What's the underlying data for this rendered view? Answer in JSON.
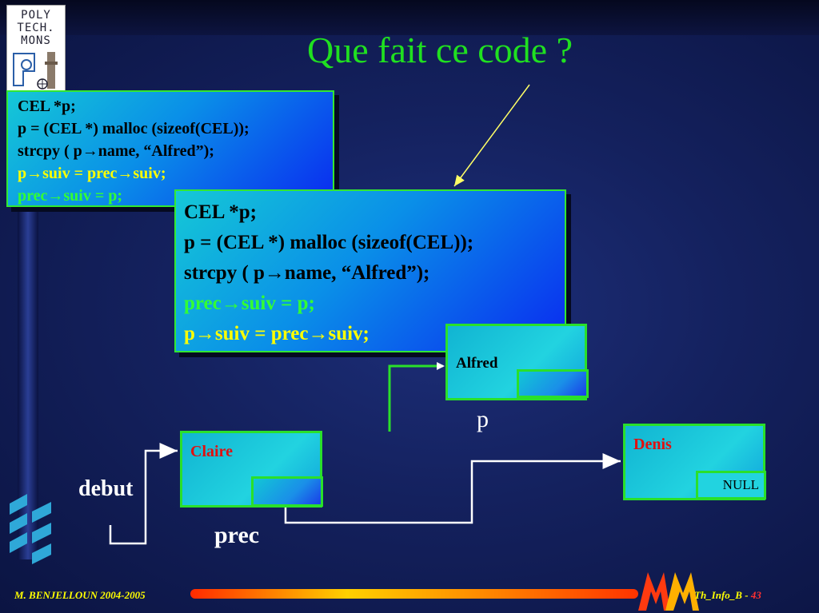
{
  "logo": {
    "lines": [
      "POLY",
      "TECH.",
      "MONS"
    ]
  },
  "title": "Que fait ce code ?",
  "code_box_small": {
    "lines": [
      {
        "text": "CEL *p;",
        "color": "#000000"
      },
      {
        "text": "p = (CEL *) malloc (sizeof(CEL));",
        "color": "#000000"
      },
      {
        "text": "strcpy ( p→name, “Alfred”);",
        "color": "#000000"
      },
      {
        "text": "p→suiv = prec→suiv;",
        "color": "#ffff00"
      },
      {
        "text": "prec→suiv = p;",
        "color": "#33ff33"
      }
    ]
  },
  "code_box_large": {
    "lines": [
      {
        "text": "CEL *p;",
        "color": "#000000"
      },
      {
        "text": "p = (CEL *) malloc (sizeof(CEL));",
        "color": "#000000"
      },
      {
        "text": "strcpy ( p→name, “Alfred”);",
        "color": "#000000"
      },
      {
        "text": "prec→suiv = p;",
        "color": "#33ff33"
      },
      {
        "text": "p→suiv = prec→suiv;",
        "color": "#ffff00"
      }
    ]
  },
  "nodes": {
    "alfred": {
      "name": "Alfred",
      "color": "#000000"
    },
    "claire": {
      "name": "Claire",
      "color": "#e01010"
    },
    "denis": {
      "name": "Denis",
      "color": "#e01010",
      "pointer_text": "NULL"
    }
  },
  "labels": {
    "p": "p",
    "debut": "debut",
    "prec": "prec"
  },
  "footer": {
    "author": "M. BENJELLOUN  2004-2005",
    "course": "Th_Info_B",
    "separator": " - ",
    "page": "43"
  },
  "colors": {
    "accent_green": "#20e020",
    "footer_yellow": "#ffff00",
    "arrow_yellow": "#ffff66"
  }
}
